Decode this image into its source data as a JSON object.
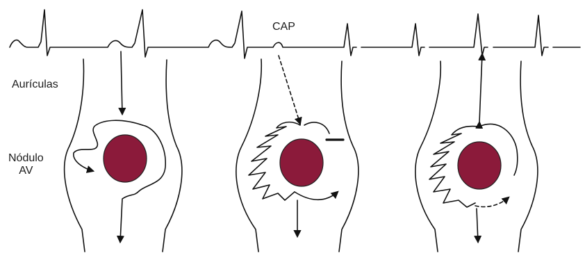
{
  "labels": {
    "cap": "CAP",
    "atria": "Aurículas",
    "av_node_line1": "Nódulo",
    "av_node_line2": "AV"
  },
  "colors": {
    "av_node": "#8b1a3a",
    "stroke": "#111111"
  }
}
